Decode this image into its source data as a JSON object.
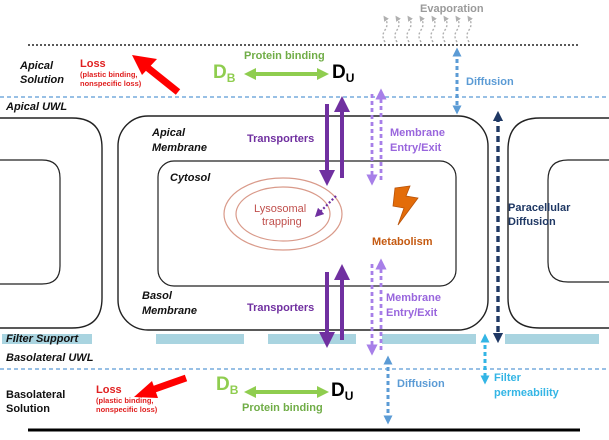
{
  "colors": {
    "purple": "#7030a0",
    "light_purple": "#a77fe8",
    "green": "#8fcd4f",
    "blue": "#5b9bd5",
    "dark_blue": "#1f3864",
    "red": "#ff0000",
    "orange": "#e36c09",
    "filter": "#a9d4e0"
  },
  "labels": {
    "evaporation": "Evaporation",
    "apical_solution": [
      "Apical",
      "Solution"
    ],
    "loss_top": "Loss",
    "loss_top_sub": [
      "(plastic binding,",
      "nonspecific loss)"
    ],
    "protein_binding_top": "Protein binding",
    "db_top": "D",
    "db_top_sub": "B",
    "du_top": "D",
    "du_top_sub": "U",
    "diffusion_top": "Diffusion",
    "apical_uwl": "Apical UWL",
    "apical_membrane": [
      "Apical",
      "Membrane"
    ],
    "transporters_top": "Transporters",
    "membrane_entry_top": [
      "Membrane",
      "Entry/Exit"
    ],
    "cytosol": "Cytosol",
    "lysosomal_trapping": [
      "Lysosomal",
      "trapping"
    ],
    "metabolism": "Metabolism",
    "paracellular_diffusion": [
      "Paracellular",
      "Diffusion"
    ],
    "basol_membrane": [
      "Basol",
      "Membrane"
    ],
    "transporters_bottom": "Transporters",
    "membrane_entry_bottom": [
      "Membrane",
      "Entry/Exit"
    ],
    "filter_support": "Filter Support",
    "basolateral_uwl": "Basolateral UWL",
    "basolateral_solution": [
      "Basolateral",
      "Solution"
    ],
    "loss_bottom": "Loss",
    "loss_bottom_sub": [
      "(plastic binding,",
      "nonspecific loss)"
    ],
    "db_bottom": "D",
    "db_bottom_sub": "B",
    "du_bottom": "D",
    "du_bottom_sub": "U",
    "protein_binding_bottom": "Protein binding",
    "diffusion_bottom": "Diffusion",
    "filter_permeability": [
      "Filter",
      "permeability"
    ]
  }
}
